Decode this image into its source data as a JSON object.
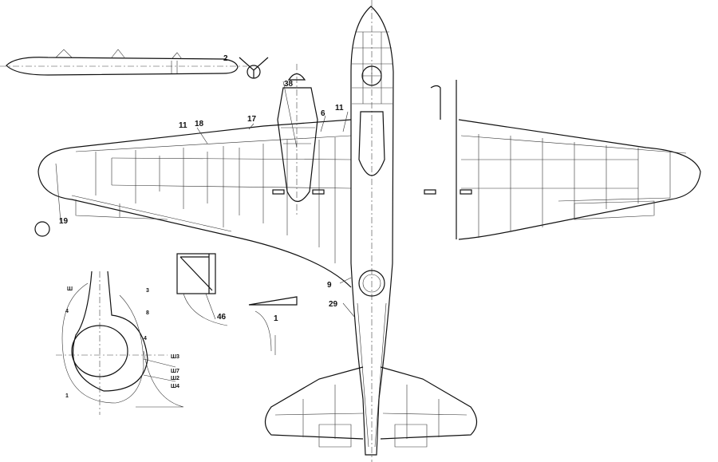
{
  "drawing": {
    "callouts": {
      "c2": "2",
      "c38": "38",
      "c6": "6",
      "c11a": "11",
      "c11b": "11",
      "c17": "17",
      "c18": "18",
      "c19": "19",
      "c9": "9",
      "c29": "29",
      "c46": "46",
      "c1": "1"
    },
    "section_labels": [
      "Ш",
      "4",
      "3",
      "8",
      "4",
      "Ш3",
      "Ш7",
      "Ш2",
      "Ш4",
      "1"
    ],
    "line_color": "#111111",
    "background": "#ffffff"
  }
}
